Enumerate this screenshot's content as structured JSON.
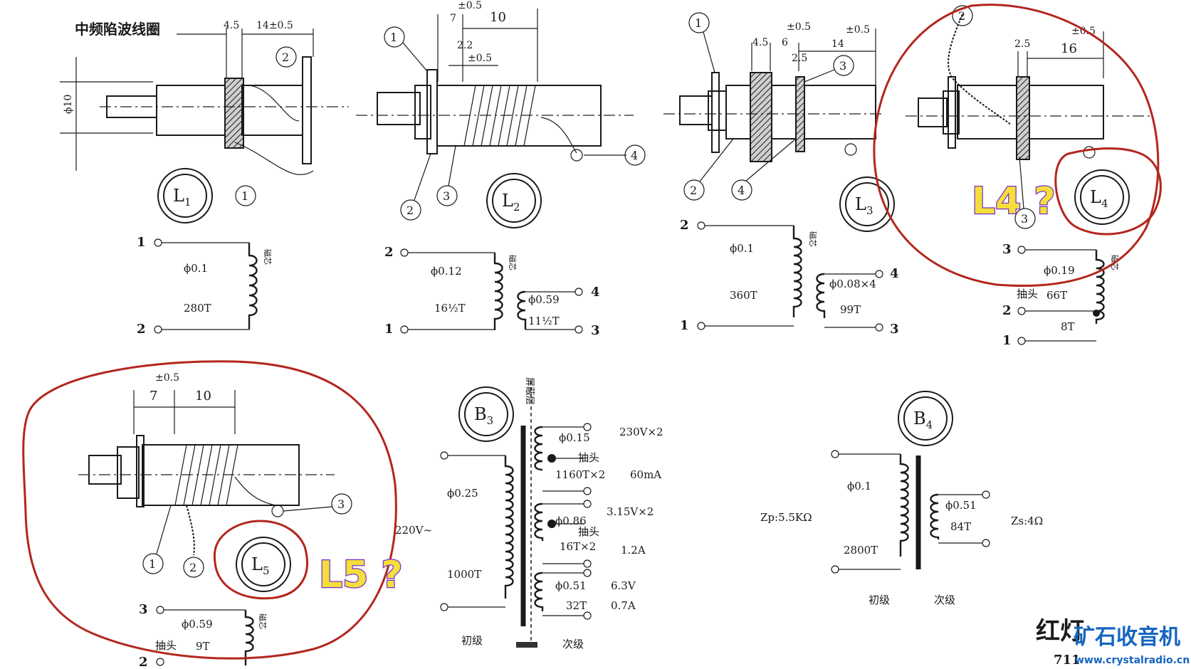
{
  "page_title": "中频陷波线圈",
  "components": {
    "L1": {
      "label_main": "L",
      "label_sub": "1",
      "dims": [
        "4.5",
        "14±0.5"
      ],
      "dia": "ϕ10",
      "callouts": [
        "1",
        "2"
      ],
      "pins": [
        "1",
        "2"
      ],
      "wire": "ϕ0.1",
      "turns": "280T",
      "core_mark": "磁芯"
    },
    "L2": {
      "label_main": "L",
      "label_sub": "2",
      "dims": [
        "±0.5",
        "7",
        "10",
        "2.2",
        "±0.5"
      ],
      "callouts": [
        "1",
        "2",
        "3",
        "4"
      ],
      "pins": [
        "2",
        "1",
        "4",
        "3"
      ],
      "primary": {
        "wire": "ϕ0.12",
        "turns": "16½T"
      },
      "secondary": {
        "wire": "ϕ0.59",
        "turns": "11½T"
      },
      "core_mark": "磁芯"
    },
    "L3": {
      "label_main": "L",
      "label_sub": "3",
      "dims": [
        "±0.5",
        "±0.5",
        "4.5",
        "6",
        "2.5",
        "14"
      ],
      "callouts": [
        "1",
        "2",
        "3",
        "4"
      ],
      "pins": [
        "2",
        "1",
        "4",
        "3"
      ],
      "primary": {
        "wire": "ϕ0.1",
        "turns": "360T"
      },
      "secondary": {
        "wire": "ϕ0.08×4",
        "turns": "99T"
      },
      "core_mark": "磁芯"
    },
    "L4": {
      "label_main": "L",
      "label_sub": "4",
      "dims": [
        "±0.5",
        "2.5",
        "16"
      ],
      "callouts": [
        "2",
        "3"
      ],
      "pins": [
        "3",
        "2",
        "1"
      ],
      "wire": "ϕ0.19",
      "tap_label": "抽头",
      "turns_a": "66T",
      "turns_b": "8T",
      "core_mark": "磁芯",
      "annotation": "L4 ?"
    },
    "L5": {
      "label_main": "L",
      "label_sub": "5",
      "dims": [
        "±0.5",
        "7",
        "10"
      ],
      "callouts": [
        "1",
        "2",
        "3"
      ],
      "pins": [
        "3",
        "2"
      ],
      "wire": "ϕ0.59",
      "tap_label": "抽头",
      "turns": "9T",
      "core_mark": "磁芯",
      "annotation": "L5 ?"
    },
    "B3": {
      "label_main": "B",
      "label_sub": "3",
      "shield": "屏蔽层",
      "primary_wire": "ϕ0.25",
      "primary_voltage": "220V~",
      "primary_turns": "1000T",
      "primary_label": "初级",
      "secondary_label": "次级",
      "windings": [
        {
          "wire": "ϕ0.15",
          "volts": "230V×2",
          "tap": "抽头",
          "turns": "1160T×2",
          "current": "60mA"
        },
        {
          "wire": "ϕ0.86",
          "volts": "3.15V×2",
          "tap": "抽头",
          "turns": "16T×2",
          "current": "1.2A"
        },
        {
          "wire": "ϕ0.51",
          "volts": "6.3V",
          "turns": "32T",
          "current": "0.7A"
        }
      ]
    },
    "B4": {
      "label_main": "B",
      "label_sub": "4",
      "primary_wire": "ϕ0.1",
      "zp": "Zp:5.5KΩ",
      "primary_turns": "2800T",
      "secondary_wire": "ϕ0.51",
      "secondary_turns": "84T",
      "zs": "Zs:4Ω",
      "primary_label": "初级",
      "secondary_label": "次级"
    }
  },
  "corner_text": "红灯",
  "corner_model": "711",
  "watermark": {
    "title": "矿石收音机",
    "url": "www.crystalradio.cn"
  },
  "colors": {
    "annotation_red": "#b3261e",
    "annotation_yellow": "#f4df3a",
    "annotation_purple": "#7b2fd0",
    "watermark_blue": "#1565c0"
  }
}
